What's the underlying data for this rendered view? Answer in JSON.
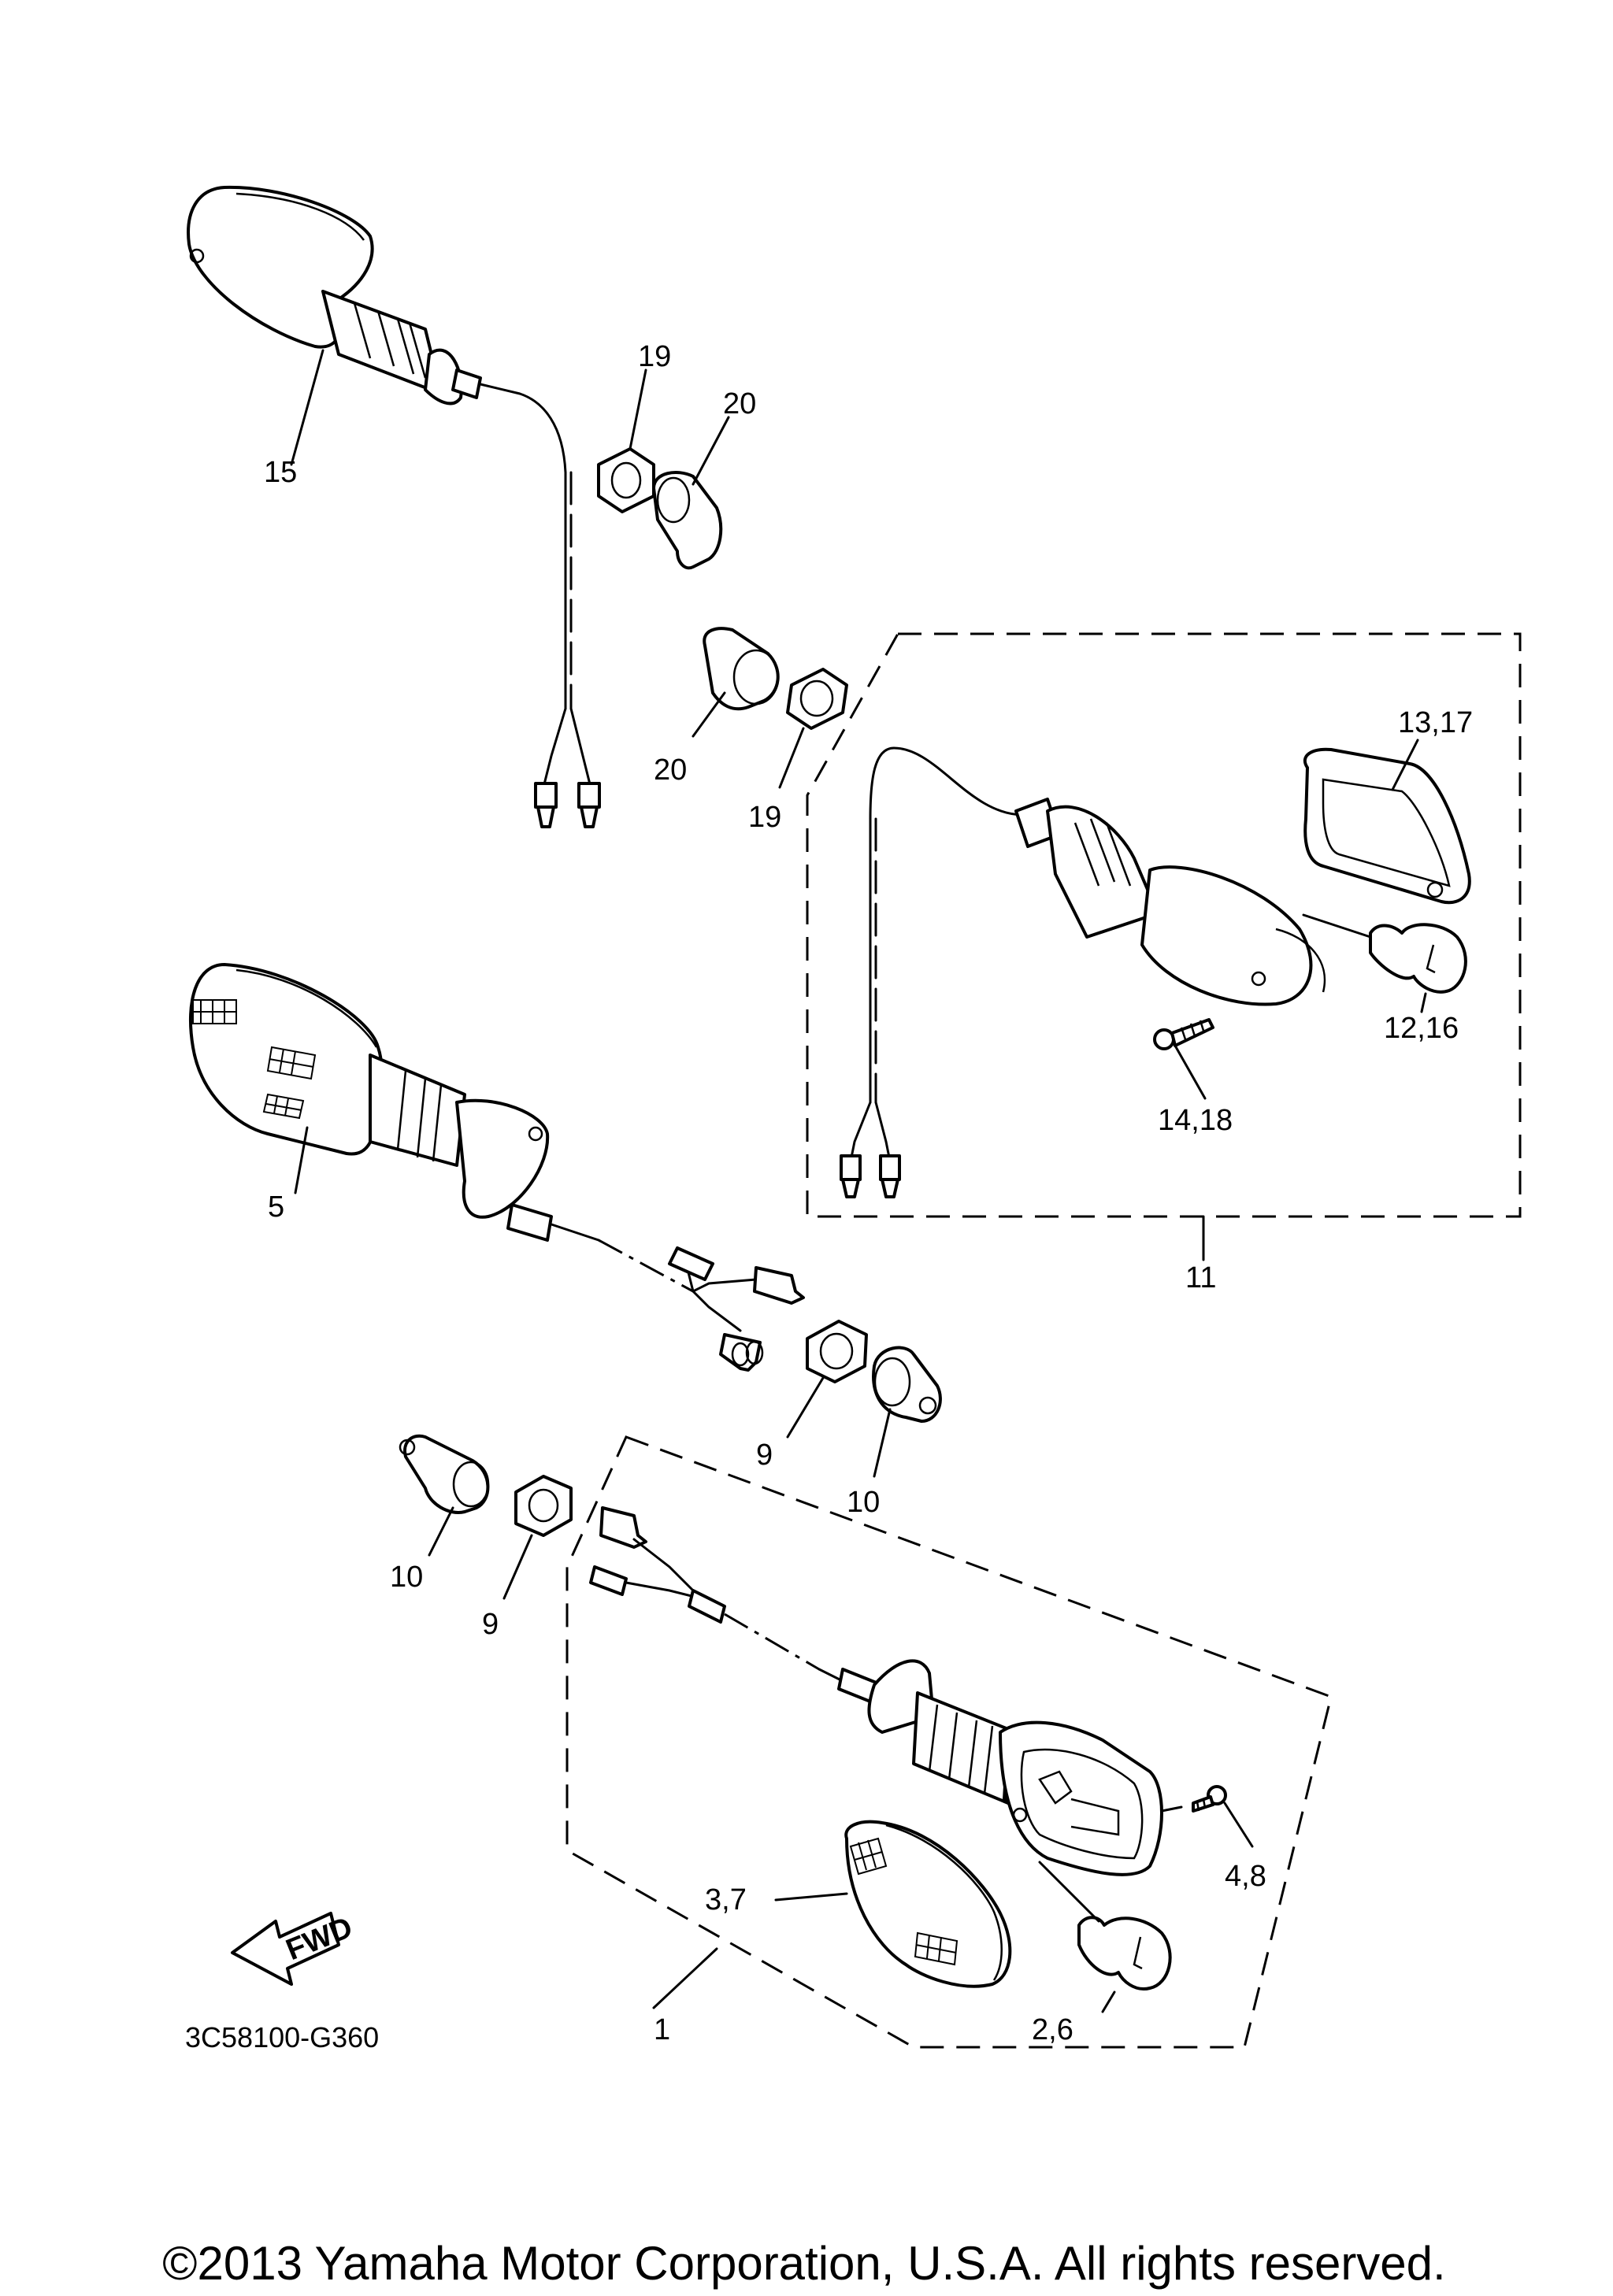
{
  "callouts": {
    "c15": "15",
    "c19a": "19",
    "c20a": "20",
    "c20b": "20",
    "c19b": "19",
    "c13_17": "13,17",
    "c12_16": "12,16",
    "c14_18": "14,18",
    "c11": "11",
    "c5": "5",
    "c9a": "9",
    "c10a": "10",
    "c10b": "10",
    "c9b": "9",
    "c3_7": "3,7",
    "c4_8": "4,8",
    "c2_6": "2,6",
    "c1": "1"
  },
  "fwd_label": "FWD",
  "diagram_code": "3C58100-G360",
  "copyright": "©2013 Yamaha Motor Corporation, U.S.A. All rights reserved."
}
